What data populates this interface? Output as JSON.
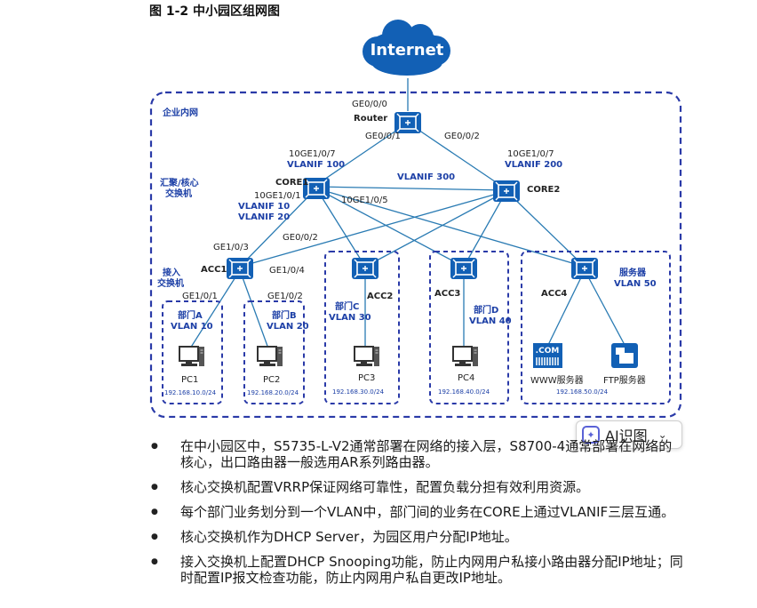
{
  "figure": {
    "title": "图 1-2 中小园区组网图",
    "cloud_label": "Internet",
    "enterprise_label": "企业内网",
    "core_zone_label_1": "汇聚/核心",
    "core_zone_label_2": "交换机",
    "access_zone_label_1": "接入",
    "access_zone_label_2": "交换机",
    "router": {
      "name": "Router",
      "port_up": "GE0/0/0",
      "port_left": "GE0/0/1",
      "port_right": "GE0/0/2"
    },
    "core1": {
      "name": "CORE1",
      "port_up": "10GE1/0/7",
      "vlanif_up": "VLANIF 100",
      "port_down": "10GE1/0/1",
      "vlanif_a": "VLANIF 10",
      "vlanif_b": "VLANIF 20",
      "port_right": "10GE1/0/5"
    },
    "core2": {
      "name": "CORE2",
      "port_up": "10GE1/0/7",
      "vlanif_up": "VLANIF 200"
    },
    "vlanif_300": "VLANIF 300",
    "acc1": {
      "name": "ACC1",
      "port_up": "GE1/0/3",
      "port_core2": "GE0/0/2",
      "port_right": "GE1/0/4",
      "port_pc1": "GE1/0/1",
      "port_pc2": "GE1/0/2"
    },
    "acc2": {
      "name": "ACC2"
    },
    "acc3": {
      "name": "ACC3"
    },
    "acc4": {
      "name": "ACC4"
    },
    "depts": [
      {
        "label": "部门A",
        "vlan": "VLAN 10",
        "pc": "PC1",
        "subnet": "192.168.10.0/24"
      },
      {
        "label": "部门B",
        "vlan": "VLAN 20",
        "pc": "PC2",
        "subnet": "192.168.20.0/24"
      },
      {
        "label": "部门C",
        "vlan": "VLAN 30",
        "pc": "PC3",
        "subnet": "192.168.30.0/24"
      },
      {
        "label": "部门D",
        "vlan": "VLAN 40",
        "pc": "PC4",
        "subnet": "192.168.40.0/24"
      }
    ],
    "servers": {
      "label": "服务器",
      "vlan": "VLAN 50",
      "www_badge": ".COM",
      "www": "WWW服务器",
      "ftp": "FTP服务器",
      "subnet": "192.168.50.0/24"
    }
  },
  "ai_button": {
    "label": "AI识图",
    "icon": "sparkle-icon"
  },
  "bullets": [
    "在中小园区中，S5735-L-V2通常部署在网络的接入层，S8700-4通常部署在网络的核心，出口路由器一般选用AR系列路由器。",
    "核心交换机配置VRRP保证网络可靠性，配置负载分担有效利用资源。",
    "每个部门业务划分到一个VLAN中，部门间的业务在CORE上通过VLANIF三层互通。",
    "核心交换机作为DHCP Server，为园区用户分配IP地址。",
    "接入交换机上配置DHCP Snooping功能，防止内网用户私接小路由器分配IP地址；同时配置IP报文检查功能，防止内网用户私自更改IP地址。"
  ],
  "colors": {
    "blue": "#1c3fa6",
    "dash": "#2a3aa8",
    "line": "#2a7bb3",
    "device": "#1260b5"
  }
}
